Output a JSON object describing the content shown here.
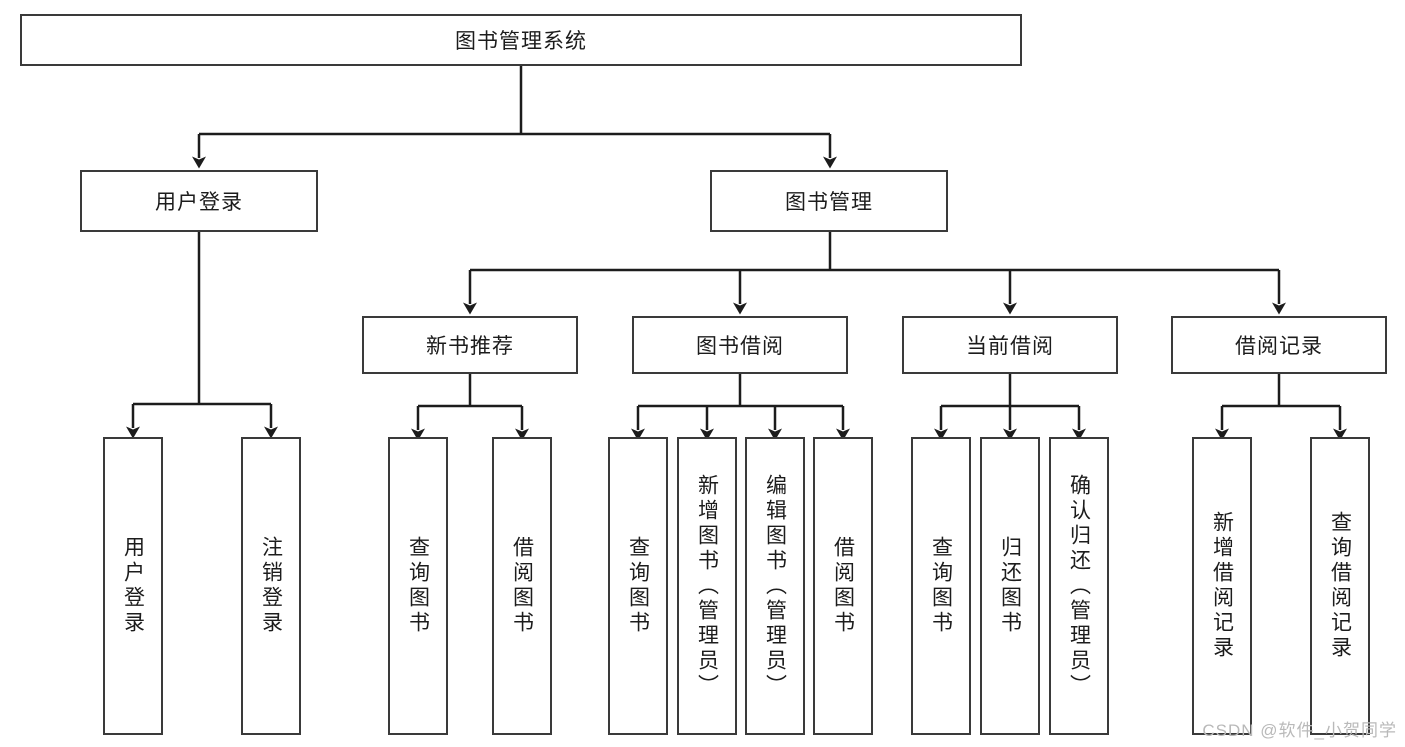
{
  "diagram": {
    "type": "tree-hierarchy",
    "title": "图书管理系统",
    "root": {
      "label": "图书管理系统"
    },
    "level2": [
      {
        "label": "用户登录"
      },
      {
        "label": "图书管理"
      }
    ],
    "level3": [
      {
        "label": "新书推荐"
      },
      {
        "label": "图书借阅"
      },
      {
        "label": "当前借阅"
      },
      {
        "label": "借阅记录"
      }
    ],
    "leaves": {
      "user_login": [
        {
          "label": "用户登录"
        },
        {
          "label": "注销登录"
        }
      ],
      "new_book_recommend": [
        {
          "label": "查询图书"
        },
        {
          "label": "借阅图书"
        }
      ],
      "book_borrow": [
        {
          "label": "查询图书"
        },
        {
          "label": "新增图书（管理员）"
        },
        {
          "label": "编辑图书（管理员）"
        },
        {
          "label": "借阅图书"
        }
      ],
      "current_borrow": [
        {
          "label": "查询图书"
        },
        {
          "label": "归还图书"
        },
        {
          "label": "确认归还（管理员）"
        }
      ],
      "borrow_record": [
        {
          "label": "新增借阅记录"
        },
        {
          "label": "查询借阅记录"
        }
      ]
    },
    "watermark": "CSDN @软件_小贺同学",
    "colors": {
      "box_border": "#3a3a3a",
      "box_fill": "#ffffff",
      "connector": "#1c1c1c",
      "text": "#1c1c1c",
      "watermark": "#b9b9b9"
    }
  }
}
